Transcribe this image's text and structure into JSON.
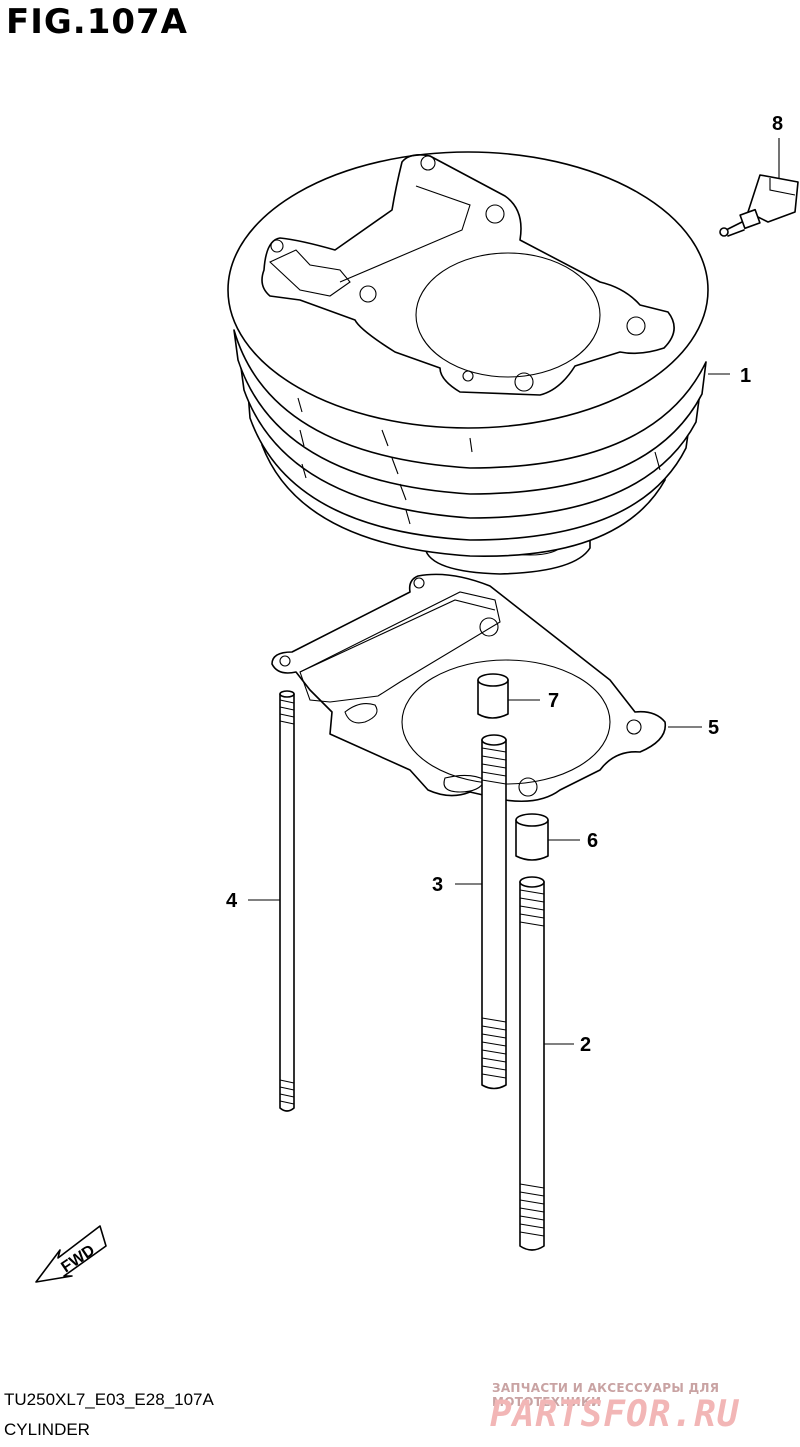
{
  "figure": {
    "title": "FIG.107A"
  },
  "parts": [
    {
      "ref": "1"
    },
    {
      "ref": "2"
    },
    {
      "ref": "3"
    },
    {
      "ref": "4"
    },
    {
      "ref": "5"
    },
    {
      "ref": "6"
    },
    {
      "ref": "7"
    },
    {
      "ref": "8"
    }
  ],
  "arrow": {
    "label": "FWD"
  },
  "footer": {
    "code": "TU250XL7_E03_E28_107A",
    "caption": "CYLINDER"
  },
  "watermark": {
    "tagline": "ЗАПЧАСТИ И АКСЕССУАРЫ ДЛЯ МОТОТЕХНИКИ",
    "brand": "PARTSFOR.RU"
  }
}
